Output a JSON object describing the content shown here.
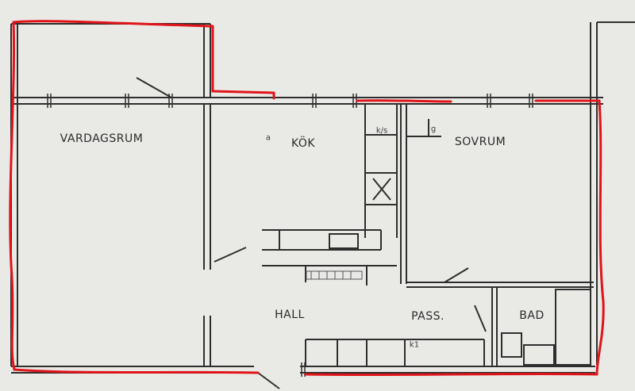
{
  "plan": {
    "rooms": [
      {
        "id": "vardagsrum",
        "label": "VARDAGSRUM"
      },
      {
        "id": "kok",
        "label": "KÖK"
      },
      {
        "id": "sovrum",
        "label": "SOVRUM"
      },
      {
        "id": "hall",
        "label": "HALL"
      },
      {
        "id": "pass",
        "label": "PASS."
      },
      {
        "id": "bad",
        "label": "BAD"
      }
    ],
    "marks": {
      "ks": "k/s",
      "g": "g",
      "a": "a",
      "k1": "k1"
    },
    "colors": {
      "background": "#e9eae6",
      "wall": "#2e2e2e",
      "outline": "#e0141a"
    }
  }
}
